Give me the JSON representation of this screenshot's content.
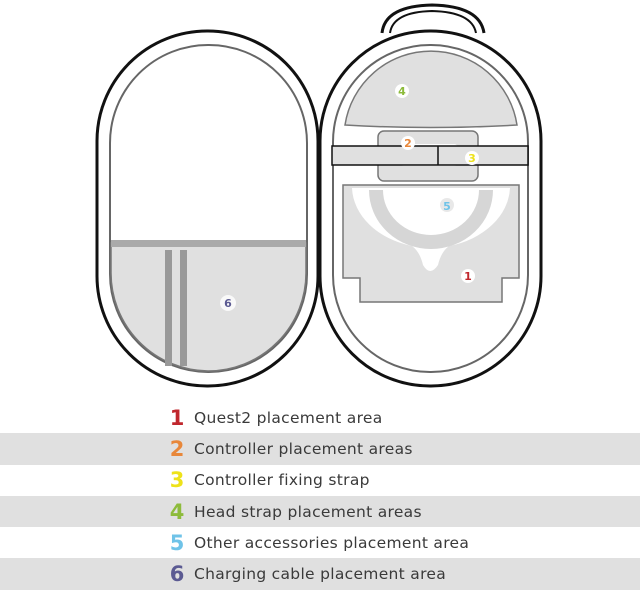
{
  "legend": [
    {
      "number": "1",
      "label": "Quest2 placement area",
      "color": "#c0272d"
    },
    {
      "number": "2",
      "label": "Controller placement areas",
      "color": "#e8873a"
    },
    {
      "number": "3",
      "label": "Controller fixing strap",
      "color": "#eee21a"
    },
    {
      "number": "4",
      "label": "Head strap placement areas",
      "color": "#8dbb3b"
    },
    {
      "number": "5",
      "label": "Other accessories placement area",
      "color": "#6fc3e8"
    },
    {
      "number": "6",
      "label": "Charging cable placement area",
      "color": "#5b5a92"
    }
  ]
}
